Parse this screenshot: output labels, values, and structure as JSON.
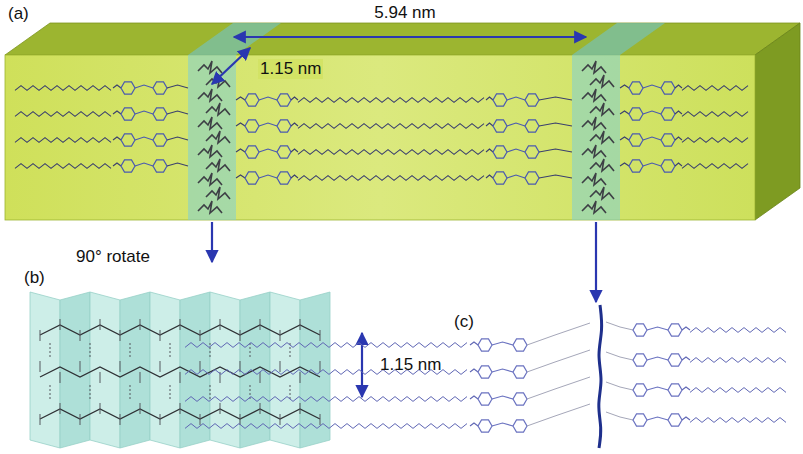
{
  "diagram": {
    "labels": [
      "(a)",
      "5.94 nm",
      "1.15 nm",
      "90° rotate",
      "(b)",
      "1.15 nm",
      "(c)"
    ]
  }
}
